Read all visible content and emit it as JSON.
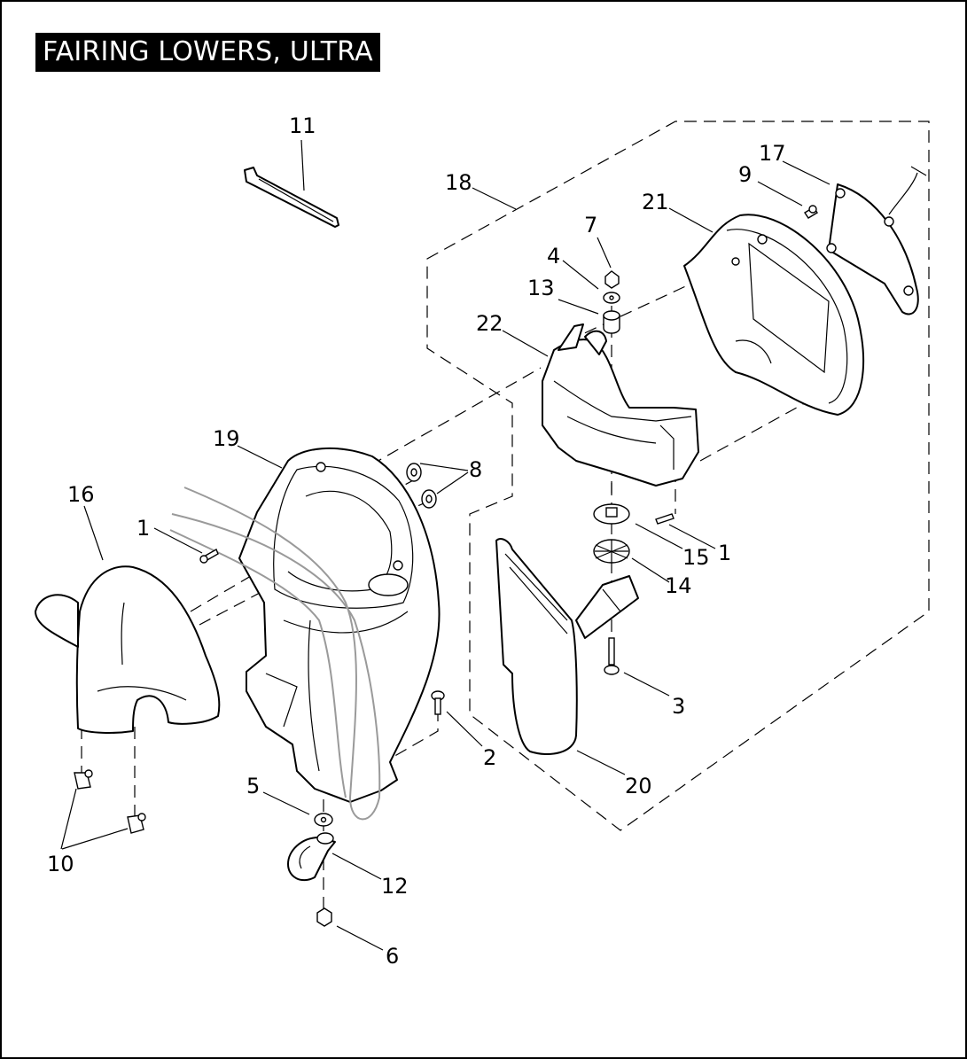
{
  "title": "FAIRING LOWERS, ULTRA",
  "callouts": [
    {
      "id": "c11",
      "text": "11"
    },
    {
      "id": "c18",
      "text": "18"
    },
    {
      "id": "c17",
      "text": "17"
    },
    {
      "id": "c9",
      "text": "9"
    },
    {
      "id": "c21",
      "text": "21"
    },
    {
      "id": "c7",
      "text": "7"
    },
    {
      "id": "c4",
      "text": "4"
    },
    {
      "id": "c13",
      "text": "13"
    },
    {
      "id": "c22",
      "text": "22"
    },
    {
      "id": "c19",
      "text": "19"
    },
    {
      "id": "c8",
      "text": "8"
    },
    {
      "id": "c16",
      "text": "16"
    },
    {
      "id": "c1a",
      "text": "1"
    },
    {
      "id": "c15",
      "text": "15"
    },
    {
      "id": "c1b",
      "text": "1"
    },
    {
      "id": "c14",
      "text": "14"
    },
    {
      "id": "c3",
      "text": "3"
    },
    {
      "id": "c2",
      "text": "2"
    },
    {
      "id": "c20",
      "text": "20"
    },
    {
      "id": "c5",
      "text": "5"
    },
    {
      "id": "c10",
      "text": "10"
    },
    {
      "id": "c12",
      "text": "12"
    },
    {
      "id": "c6",
      "text": "6"
    }
  ]
}
